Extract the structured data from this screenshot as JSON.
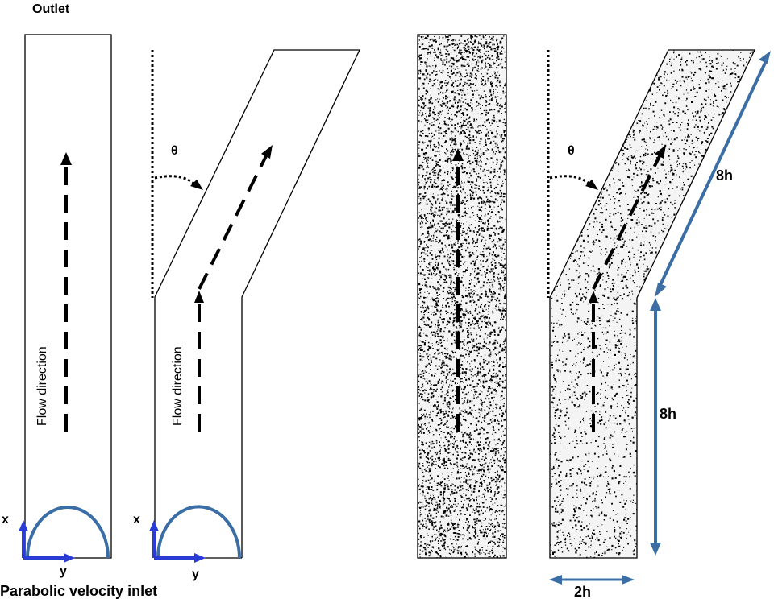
{
  "labels": {
    "outlet": "Outlet",
    "inlet": "Parabolic velocity inlet",
    "flow_direction": "Flow direction",
    "theta": "θ",
    "axis_x": "x",
    "axis_y": "y",
    "length_upper": "8h",
    "length_lower": "8h",
    "width": "2h"
  },
  "colors": {
    "outline": "#000000",
    "dimension": "#3b6ea5",
    "axis": "#2a3bd6",
    "particle_fill": "#f4f4f4"
  }
}
